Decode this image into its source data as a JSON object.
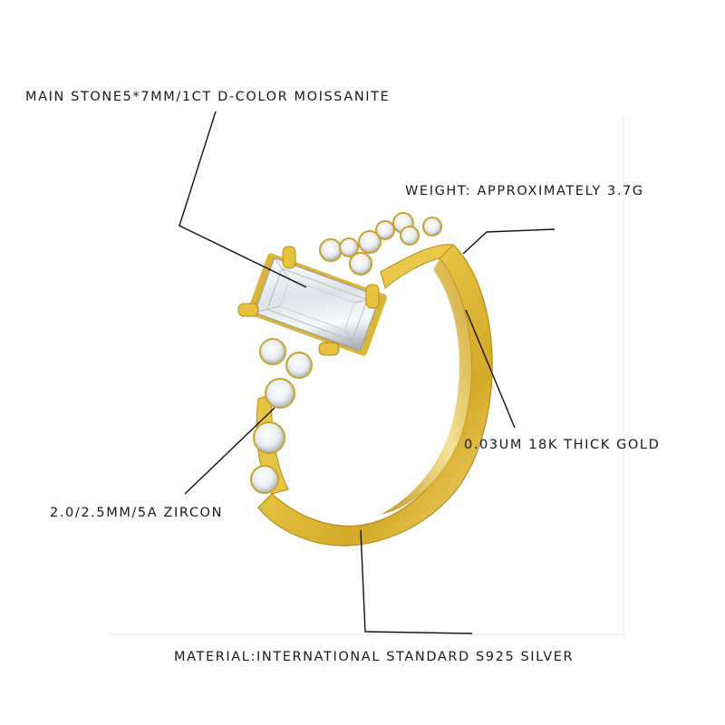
{
  "callouts": {
    "main_stone": "MAIN STONE5*7MM/1CT D-COLOR MOISSANITE",
    "weight": "WEIGHT: APPROXIMATELY 3.7G",
    "plating": "0.03UM 18K THICK GOLD",
    "zircon": "2.0/2.5MM/5A ZIRCON",
    "material": "MATERIAL:INTERNATIONAL STANDARD S925 SILVER"
  },
  "colors": {
    "gold_light": "#f7e48a",
    "gold_mid": "#e3bd3a",
    "gold_dark": "#b98d14",
    "text": "#1a1a1a",
    "line": "#111111"
  }
}
